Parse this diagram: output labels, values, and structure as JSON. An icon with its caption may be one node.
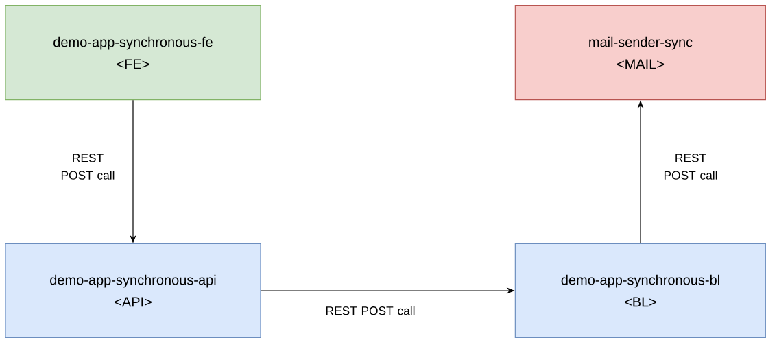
{
  "diagram": {
    "nodes": [
      {
        "text": [
          "demo-app-synchronous-fe",
          "<FE>"
        ]
      },
      {
        "text": [
          "mail-sender-sync",
          "<MAIL>"
        ]
      },
      {
        "text": [
          "demo-app-synchronous-api",
          "<API>"
        ]
      },
      {
        "text": [
          "demo-app-synchronous-bl",
          "<BL>"
        ]
      }
    ],
    "edges": [
      {
        "from": 0,
        "to": 2,
        "arrow": "to",
        "label": "REST POST call"
      },
      {
        "from": 2,
        "to": 3,
        "arrow": "to",
        "label": "REST POST call"
      },
      {
        "from": 3,
        "to": 1,
        "arrow": "to",
        "label": "REST POST call"
      }
    ]
  }
}
